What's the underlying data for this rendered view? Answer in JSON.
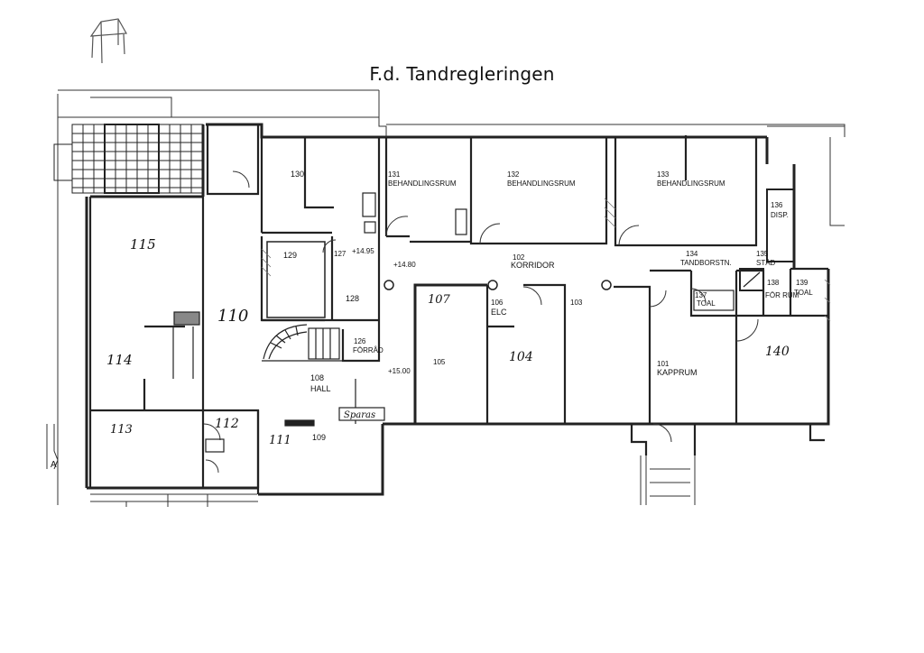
{
  "title": "F.d. Tandregleringen",
  "rooms": [
    {
      "id": "r115",
      "number": "115",
      "name": ""
    },
    {
      "id": "r110",
      "number": "110",
      "name": ""
    },
    {
      "id": "r114",
      "number": "114",
      "name": ""
    },
    {
      "id": "r113",
      "number": "113",
      "name": ""
    },
    {
      "id": "r112",
      "number": "112",
      "name": ""
    },
    {
      "id": "r111",
      "number": "111",
      "name": ""
    },
    {
      "id": "r109",
      "number": "109",
      "name": ""
    },
    {
      "id": "r108",
      "number": "108",
      "name": "HALL"
    },
    {
      "id": "r130",
      "number": "130",
      "name": ""
    },
    {
      "id": "r129",
      "number": "129",
      "name": ""
    },
    {
      "id": "r127",
      "number": "127",
      "name": ""
    },
    {
      "id": "r128",
      "number": "128",
      "name": ""
    },
    {
      "id": "r126",
      "number": "126",
      "name": "FÖRRÅD"
    },
    {
      "id": "r131",
      "number": "131",
      "name": "BEHANDLINGSRUM"
    },
    {
      "id": "r132",
      "number": "132",
      "name": "BEHANDLINGSRUM"
    },
    {
      "id": "r133",
      "number": "133",
      "name": "BEHANDLINGSRUM"
    },
    {
      "id": "r136",
      "number": "136",
      "name": "DISP."
    },
    {
      "id": "r134",
      "number": "134",
      "name": "TANDBORSTN."
    },
    {
      "id": "r135",
      "number": "135",
      "name": "STÄD"
    },
    {
      "id": "r102",
      "number": "102",
      "name": "KORRIDOR"
    },
    {
      "id": "r107",
      "number": "107",
      "name": ""
    },
    {
      "id": "r106",
      "number": "106",
      "name": "ELC"
    },
    {
      "id": "r103",
      "number": "103",
      "name": ""
    },
    {
      "id": "r105",
      "number": "105",
      "name": ""
    },
    {
      "id": "r104",
      "number": "104",
      "name": ""
    },
    {
      "id": "r137",
      "number": "137",
      "name": "TOAL"
    },
    {
      "id": "r138",
      "number": "138",
      "name": "FÖR RUM"
    },
    {
      "id": "r139",
      "number": "139",
      "name": "TOAL"
    },
    {
      "id": "r101",
      "number": "101",
      "name": "KAPPRUM"
    },
    {
      "id": "r140",
      "number": "140",
      "name": ""
    }
  ],
  "levels": [
    "+14.95",
    "+14.80",
    "+15.00"
  ],
  "sign_label": "Sparas",
  "section_marker": "A"
}
